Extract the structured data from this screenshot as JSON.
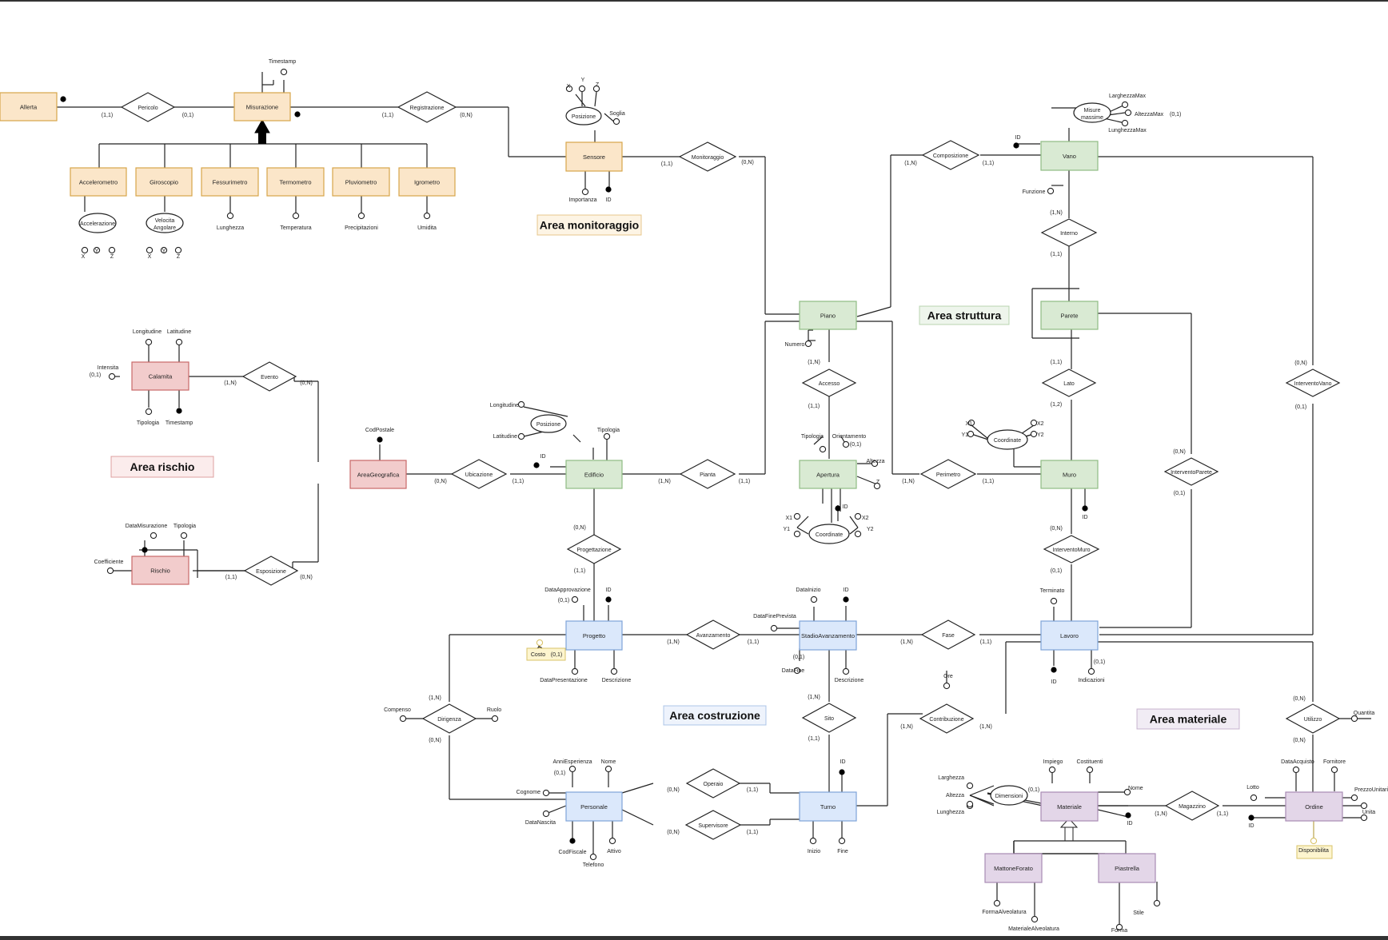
{
  "colors": {
    "orange_fill": "#fbe6c9",
    "orange_stroke": "#d7a54a",
    "green_fill": "#d9ead3",
    "green_stroke": "#8fbc84",
    "red_fill": "#f2cccc",
    "red_stroke": "#c96868",
    "blue_fill": "#dbe8fb",
    "blue_stroke": "#7ea4d8",
    "purple_fill": "#e3d6e8",
    "purple_stroke": "#a88bb4",
    "yellow_fill": "#fdf5cf",
    "yellow_stroke": "#d9c36a"
  },
  "areas": {
    "monitoraggio": "Area monitoraggio",
    "struttura": "Area struttura",
    "rischio": "Area rischio",
    "costruzione": "Area costruzione",
    "materiale": "Area materiale"
  },
  "entities": {
    "allerta": "Allerta",
    "misurazione": "Misurazione",
    "accelerometro": "Accelerometro",
    "giroscopio": "Giroscopio",
    "fessurimetro": "Fessurimetro",
    "termometro": "Termometro",
    "pluviometro": "Pluviometro",
    "igrometro": "Igrometro",
    "sensore": "Sensore",
    "vano": "Vano",
    "piano": "Piano",
    "parete": "Parete",
    "muro": "Muro",
    "apertura": "Apertura",
    "edificio": "Edificio",
    "area_geografica": "AreaGeografica",
    "calamita": "Calamita",
    "rischio": "Rischio",
    "progetto": "Progetto",
    "stadio_avanzamento": "StadioAvanzamento",
    "lavoro": "Lavoro",
    "personale": "Personale",
    "turno": "Turno",
    "materiale": "Materiale",
    "mattone_forato": "MattoneForato",
    "piastrella": "Piastrella",
    "ordine": "Ordine"
  },
  "relationships": {
    "pericolo": "Pericolo",
    "registrazione": "Registrazione",
    "monitoraggio": "Monitoraggio",
    "composizione": "Composizione",
    "interno": "Interno",
    "lato": "Lato",
    "intervento_vano": "InterventoVano",
    "intervento_parete": "InterventoParete",
    "intervento_muro": "InterventoMuro",
    "accesso": "Accesso",
    "perimetro": "Perimetro",
    "pianta": "Pianta",
    "ubicazione": "Ubicazione",
    "evento": "Evento",
    "esposizione": "Esposizione",
    "progettazione": "Progettazione",
    "avanzamento": "Avanzamento",
    "fase": "Fase",
    "sito": "Sito",
    "contribuzione": "Contribuzione",
    "dirigenza": "Dirigenza",
    "operaio": "Operaio",
    "supervisore": "Supervisore",
    "utilizzo": "Utilizzo",
    "magazzino": "Magazzino"
  },
  "composites": {
    "posizione_sensore": "Posizione",
    "accelerazione": "Accelerazione",
    "velocita_angolare": "Velocita Angolare",
    "misure_massime": "Misure massime",
    "coordinate_muro": "Coordinate",
    "coordinate_apertura": "Coordinate",
    "posizione_edificio": "Posizione",
    "dimensioni": "Dimensioni"
  },
  "attributes": {
    "timestamp": "Timestamp",
    "acc_x": "X",
    "acc_y": "Y",
    "acc_z": "Z",
    "gir_x": "X",
    "gir_y": "Y",
    "gir_z": "Z",
    "lunghezza": "Lunghezza",
    "temperatura": "Temperatura",
    "precipitazioni": "Precipitazioni",
    "umidita": "Umidita",
    "sens_x": "X",
    "sens_y": "Y",
    "sens_z": "Z",
    "soglia": "Soglia",
    "importanza": "Importanza",
    "sensore_id": "ID",
    "larghezza_max": "LarghezzaMax",
    "altezza_max": "AltezzaMax",
    "altezza_max_card": "(0,1)",
    "lunghezza_max": "LunghezzaMax",
    "vano_id": "ID",
    "funzione": "Funzione",
    "numero": "Numero",
    "coord_muro_x1": "X1",
    "coord_muro_x2": "X2",
    "coord_muro_y1": "Y1",
    "coord_muro_y2": "Y2",
    "muro_id": "ID",
    "apertura_tipologia": "Tipologia",
    "orientamento": "Orientamento",
    "orientamento_card": "(0,1)",
    "apertura_altezza": "Altezza",
    "apertura_z": "Z",
    "apertura_id": "ID",
    "coord_ap_x1": "X1",
    "coord_ap_x2": "X2",
    "coord_ap_y1": "Y1",
    "coord_ap_y2": "Y2",
    "ed_longitudine": "Longitudine",
    "ed_latitudine": "Latitudine",
    "ed_tipologia": "Tipologia",
    "edificio_id": "ID",
    "cod_postale": "CodPostale",
    "cal_longitudine": "Longitudine",
    "cal_latitudine": "Latitudine",
    "intensita": "Intensita",
    "intensita_card": "(0,1)",
    "cal_tipologia": "Tipologia",
    "cal_timestamp": "Timestamp",
    "data_misurazione": "DataMisurazione",
    "ris_tipologia": "Tipologia",
    "coefficiente": "Coefficiente",
    "data_approvazione": "DataApprovazione",
    "data_approvazione_card": "(0,1)",
    "progetto_id": "ID",
    "costo": "Costo",
    "costo_card": "(0,1)",
    "data_presentazione": "DataPresentazione",
    "prog_descrizione": "Descrizione",
    "data_inizio": "DataInizio",
    "stadio_id": "ID",
    "data_fine_prevista": "DataFinePrevista",
    "data_fine": "DataFine",
    "data_fine_card": "(0,1)",
    "stadio_descrizione": "Descrizione",
    "terminato": "Terminato",
    "lavoro_id": "ID",
    "indicazioni": "Indicazioni",
    "indicazioni_card": "(0,1)",
    "ore": "Ore",
    "compenso": "Compenso",
    "ruolo": "Ruolo",
    "anni_esperienza": "AnniEsperienza",
    "anni_esperienza_card": "(0,1)",
    "pers_nome": "Nome",
    "cognome": "Cognome",
    "data_nascita": "DataNascita",
    "cod_fiscale": "CodFiscale",
    "telefono": "Telefono",
    "attivo": "Attivo",
    "turno_id": "ID",
    "inizio": "Inizio",
    "fine": "Fine",
    "impiego": "Impiego",
    "costituenti": "Costituenti",
    "mat_nome": "Nome",
    "materiale_id": "ID",
    "larghezza": "Larghezza",
    "dim_altezza": "Altezza",
    "dim_lunghezza": "Lunghezza",
    "dimensioni_card": "(0,1)",
    "forma_alveolatura": "FormaAlveolatura",
    "materiale_alveolatura": "MaterialeAlveolatura",
    "forma": "Forma",
    "stile": "Stile",
    "quantita": "Quantita",
    "data_acquisto": "DataAcquisto",
    "fornitore": "Fornitore",
    "lotto": "Lotto",
    "prezzo_unitario": "PrezzoUnitario",
    "unita": "Unita",
    "ordine_id": "ID",
    "disponibilita": "Disponibilita"
  },
  "cardinalities": {
    "allerta_pericolo": "(1,1)",
    "misurazione_pericolo": "(0,1)",
    "misurazione_registrazione": "(1,1)",
    "sensore_registrazione": "(0,N)",
    "sensore_monitoraggio": "(1,1)",
    "piano_monitoraggio": "(0,N)",
    "piano_composizione": "(1,N)",
    "vano_composizione": "(1,1)",
    "vano_interno": "(1,N)",
    "parete_interno": "(1,1)",
    "parete_lato": "(1,1)",
    "muro_lato": "(1,2)",
    "vano_intervento": "(0,N)",
    "lavoro_intervento_vano": "(0,1)",
    "parete_intervento": "(0,N)",
    "lavoro_intervento_parete": "(0,1)",
    "muro_intervento": "(0,N)",
    "lavoro_intervento_muro": "(0,1)",
    "piano_accesso": "(1,N)",
    "apertura_accesso": "(1,1)",
    "piano_perimetro": "(1,N)",
    "muro_perimetro": "(1,1)",
    "edificio_pianta": "(1,N)",
    "piano_pianta": "(1,1)",
    "area_ubicazione": "(0,N)",
    "edificio_ubicazione": "(1,1)",
    "calamita_evento": "(1,N)",
    "area_evento": "(0,N)",
    "rischio_esposizione": "(1,1)",
    "area_esposizione": "(0,N)",
    "edificio_progettazione": "(0,N)",
    "progetto_progettazione": "(1,1)",
    "progetto_avanzamento": "(1,N)",
    "stadio_avanzamento": "(1,1)",
    "stadio_fase": "(1,N)",
    "lavoro_fase": "(1,1)",
    "stadio_sito": "(1,N)",
    "turno_sito": "(1,1)",
    "turno_contribuzione": "(1,N)",
    "lavoro_contribuzione": "(1,N)",
    "progetto_dirigenza": "(1,N)",
    "personale_dirigenza": "(0,N)",
    "personale_operaio": "(0,N)",
    "turno_operaio": "(1,1)",
    "personale_supervisore": "(0,N)",
    "turno_supervisore": "(1,1)",
    "lavoro_utilizzo": "(0,N)",
    "ordine_utilizzo": "(0,N)",
    "materiale_magazzino": "(1,N)",
    "ordine_magazzino": "(1,1)"
  }
}
